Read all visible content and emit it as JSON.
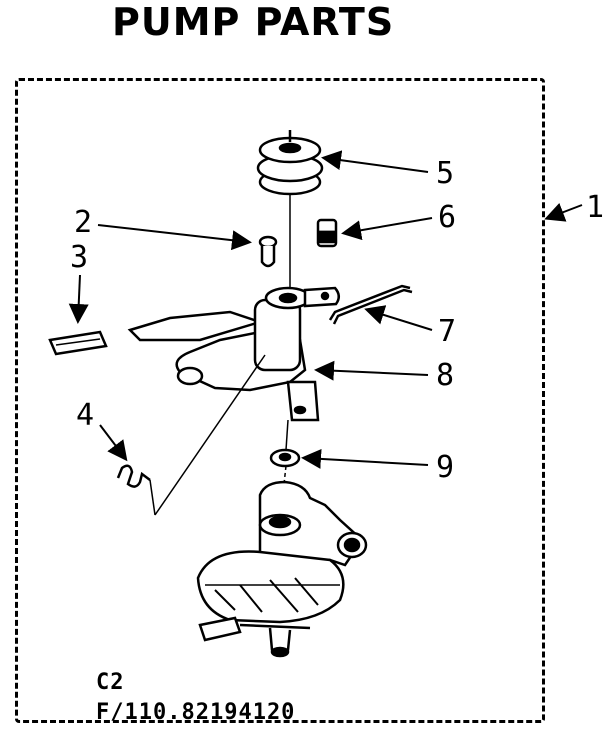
{
  "title": "PUMP PARTS",
  "callouts": {
    "c1": "1",
    "c2": "2",
    "c3": "3",
    "c4": "4",
    "c5": "5",
    "c6": "6",
    "c7": "7",
    "c8": "8",
    "c9": "9"
  },
  "footer": {
    "line1": "C2",
    "line2": "F/110.82194120"
  }
}
